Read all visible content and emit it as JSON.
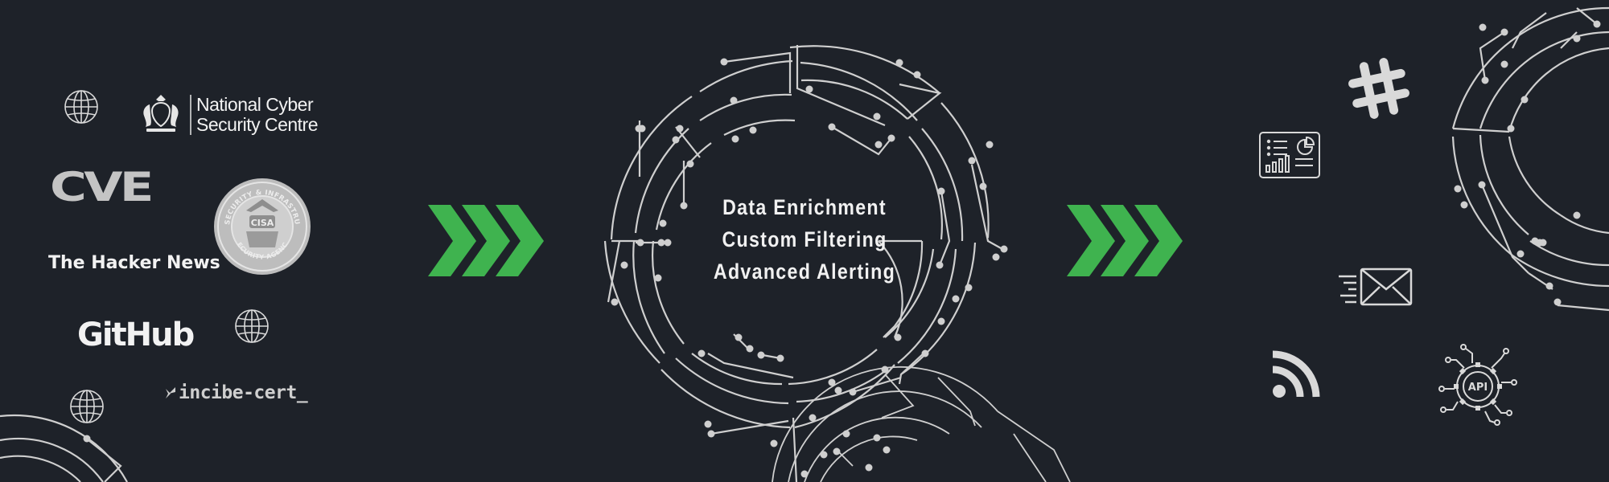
{
  "sources": {
    "ncsc": {
      "line1": "National Cyber",
      "line2": "Security Centre"
    },
    "cve": "CVE",
    "cisa": {
      "ring_text": "CYBERSECURITY & INFRASTRUCTURE",
      "bottom_text": "SECURITY AGENCY",
      "center": "CISA"
    },
    "the_hacker_news": "The Hacker News",
    "github": "GitHub",
    "incibe": "incibe-cert_"
  },
  "center": {
    "lines": [
      "Data Enrichment",
      "Custom Filtering",
      "Advanced Alerting"
    ]
  },
  "outputs": {
    "api_label": "API"
  },
  "colors": {
    "background": "#1e2229",
    "arrow": "#3fb34f",
    "line": "#cfcfcf"
  }
}
